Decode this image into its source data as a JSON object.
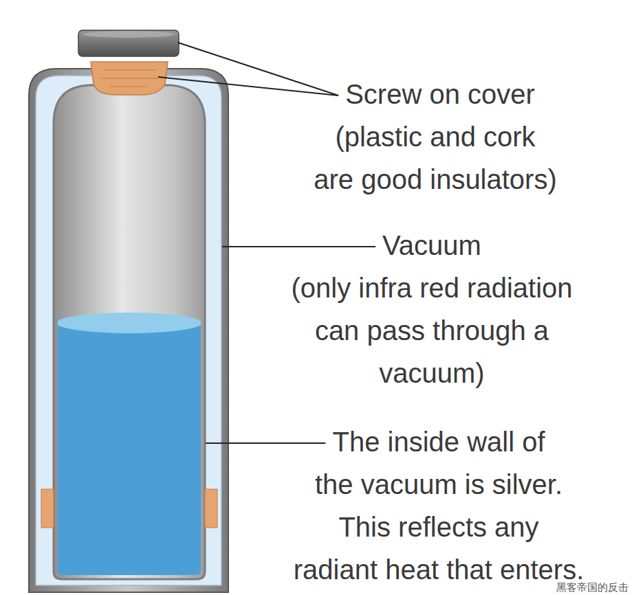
{
  "diagram": {
    "labels": [
      "Screw on cover",
      "(plastic and cork are good insulators)",
      "Vacuum",
      "(only infra red radiation can pass through a vacuum)",
      "The inside wall of the vacuum is silver.",
      "This reflects any radiant heat that enters.",
      "黑客帝国的反击"
    ]
  }
}
